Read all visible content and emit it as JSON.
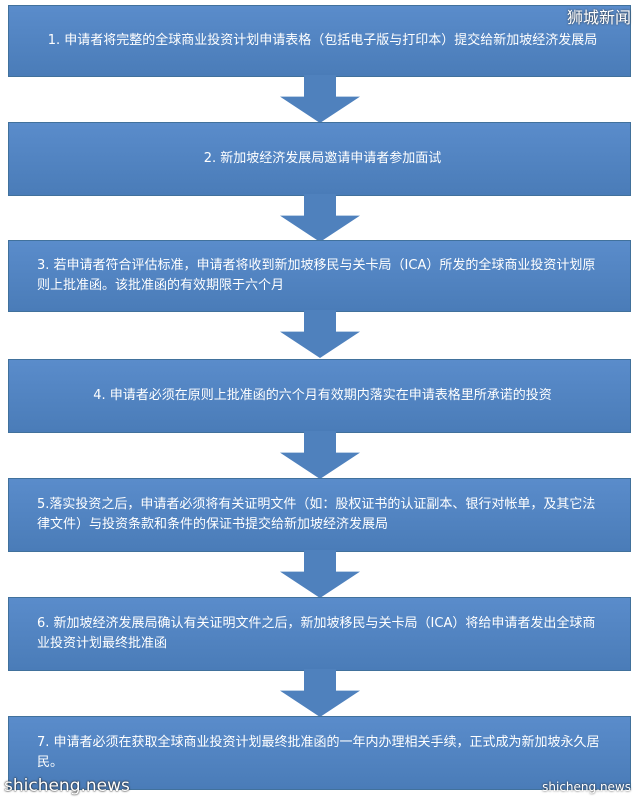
{
  "watermarks": {
    "top_right": "狮城新闻",
    "bottom_left": "shicheng.news",
    "bottom_right": "shicheng.news"
  },
  "steps": [
    "1. 申请者将完整的全球商业投资计划申请表格（包括电子版与打印本）提交给新加坡经济发展局",
    "2. 新加坡经济发展局邀请申请者参加面试",
    "3. 若申请者符合评估标准，申请者将收到新加坡移民与关卡局（ICA）所发的全球商业投资计划原则上批准函。该批准函的有效期限于六个月",
    "4. 申请者必须在原则上批准函的六个月有效期内落实在申请表格里所承诺的投资",
    "5.落实投资之后，申请者必须将有关证明文件（如：股权证书的认证副本、银行对帐单，及其它法律文件）与投资条款和条件的保证书提交给新加坡经济发展局",
    "6. 新加坡经济发展局确认有关证明文件之后，新加坡移民与关卡局（ICA）将给申请者发出全球商业投资计划最终批准函",
    "7. 申请者必须在获取全球商业投资计划最终批准函的一年内办理相关手续，正式成为新加坡永久居民。"
  ]
}
